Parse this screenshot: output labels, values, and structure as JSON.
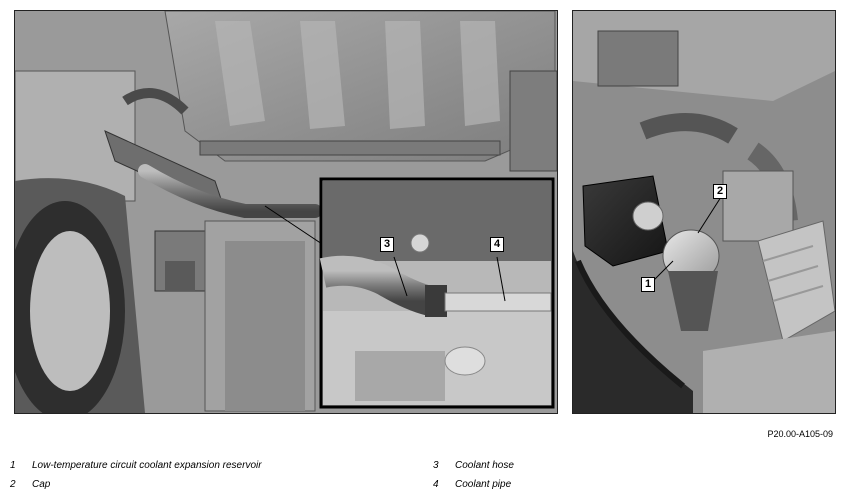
{
  "figure_ref": "P20.00-A105-09",
  "callouts": {
    "c1": "1",
    "c2": "2",
    "c3": "3",
    "c4": "4"
  },
  "legend": [
    {
      "num": "1",
      "text": "Low-temperature circuit coolant expansion reservoir"
    },
    {
      "num": "2",
      "text": "Cap"
    },
    {
      "num": "3",
      "text": "Coolant hose"
    },
    {
      "num": "4",
      "text": "Coolant pipe"
    }
  ],
  "colors": {
    "background": "#ffffff",
    "border": "#222222",
    "callout_fill": "#ffffff"
  }
}
